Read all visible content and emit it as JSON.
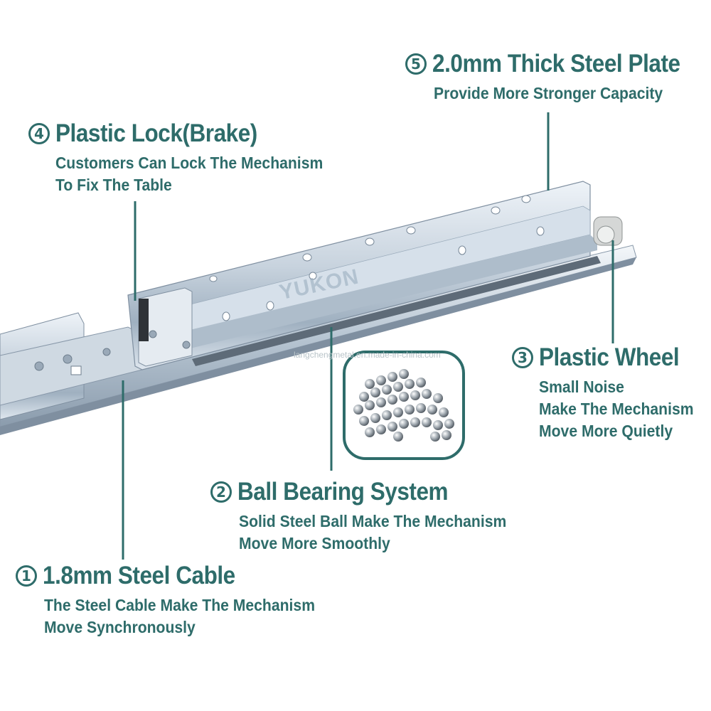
{
  "features": [
    {
      "num": "1",
      "title": "1.8mm Steel Cable",
      "lines": [
        "The Steel Cable Make The Mechanism",
        "Move Synchronously"
      ]
    },
    {
      "num": "2",
      "title": "Ball Bearing System",
      "lines": [
        "Solid Steel Ball Make The Mechanism",
        "Move More Smoothly"
      ]
    },
    {
      "num": "3",
      "title": "Plastic Wheel",
      "lines": [
        "Small Noise",
        "Make The Mechanism",
        "Move More Quietly"
      ]
    },
    {
      "num": "4",
      "title": "Plastic Lock(Brake)",
      "lines": [
        "Customers Can Lock The Mechanism",
        "To Fix The Table"
      ]
    },
    {
      "num": "5",
      "title": "2.0mm Thick Steel Plate",
      "lines": [
        "Provide More Stronger Capacity"
      ]
    }
  ],
  "brand": "YUKON",
  "watermark": "langchengmetal.en.made-in-china.com",
  "accent_color": "#2e6c6a"
}
